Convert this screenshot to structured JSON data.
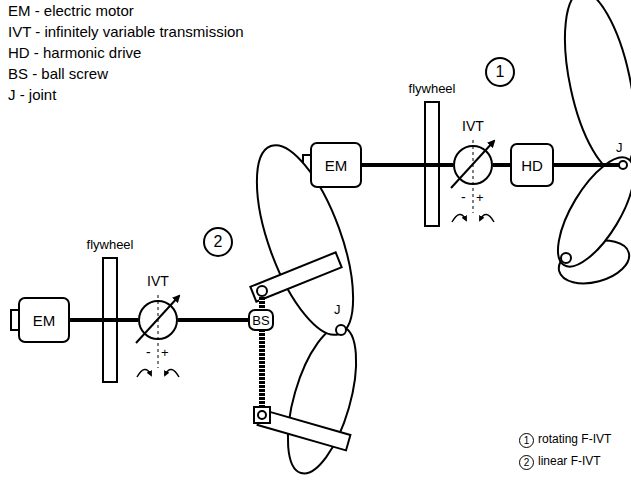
{
  "diagram": {
    "nodes": [
      {
        "text": [
          "1"
        ]
      },
      {
        "text": [
          "EM"
        ]
      },
      {
        "text": [
          "IVT"
        ]
      },
      {
        "text": [
          "HD"
        ]
      },
      {
        "text": [
          "2"
        ]
      },
      {
        "text": [
          "EM"
        ]
      },
      {
        "text": [
          "IVT"
        ]
      },
      {
        "text": [
          "BS"
        ]
      },
      {
        "text": [
          "1"
        ]
      },
      {
        "text": [
          "2"
        ]
      }
    ],
    "edges": [
      {
        "from": 1,
        "to": 2,
        "arrow": "none"
      },
      {
        "from": 2,
        "to": 3,
        "arrow": "none"
      },
      {
        "from": 5,
        "to": 6,
        "arrow": "none"
      },
      {
        "from": 6,
        "to": 7,
        "arrow": "none"
      }
    ],
    "labels": [
      "EM - electric motor",
      "IVT - infinitely variable transmission",
      "HD - harmonic drive",
      "BS - ball screw",
      "J - joint",
      "flywheel",
      "-",
      "+",
      "J",
      "flywheel",
      "-",
      "+",
      "J",
      "rotating F-IVT",
      "linear F-IVT"
    ]
  }
}
